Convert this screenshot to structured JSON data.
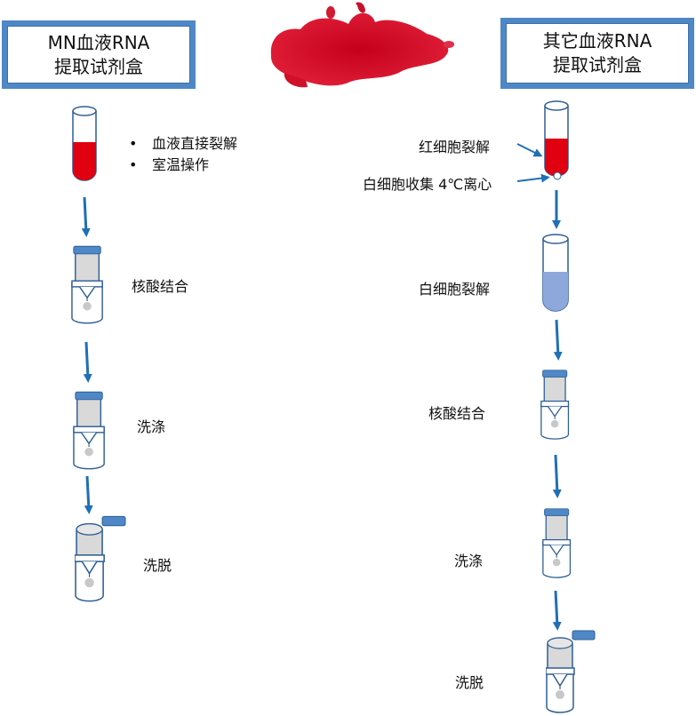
{
  "left": {
    "title_line1": "MN血液RNA",
    "title_line2": "提取试剂盒",
    "bullets": [
      "血液直接裂解",
      "室温操作"
    ],
    "steps": [
      "核酸结合",
      "洗涤",
      "洗脱"
    ]
  },
  "right": {
    "title_line1": "其它血液RNA",
    "title_line2": "提取试剂盒",
    "annotations": [
      "红细胞裂解",
      "白细胞收集 4℃离心"
    ],
    "steps": [
      "白细胞裂解",
      "核酸结合",
      "洗涤",
      "洗脱"
    ]
  },
  "colors": {
    "box_border": "#4f88c6",
    "arrow": "#1f6fb5",
    "blood": "#e00010",
    "lysate": "#8fa8dc",
    "cap": "#4f88c6"
  }
}
